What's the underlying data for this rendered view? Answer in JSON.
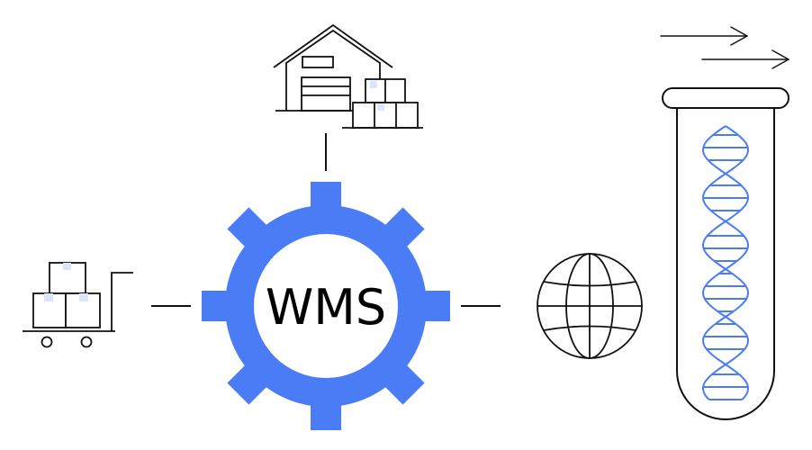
{
  "center": {
    "label": "WMS"
  },
  "nodes": [
    {
      "id": "warehouse",
      "icon": "warehouse-icon"
    },
    {
      "id": "hand-truck",
      "icon": "hand-truck-icon"
    },
    {
      "id": "globe",
      "icon": "globe-icon"
    },
    {
      "id": "test-tube",
      "icon": "dna-test-tube-icon"
    }
  ],
  "colors": {
    "accent": "#4a7cf6",
    "line": "#111111",
    "box_highlight": "#dde4fb",
    "background": "#ffffff"
  }
}
